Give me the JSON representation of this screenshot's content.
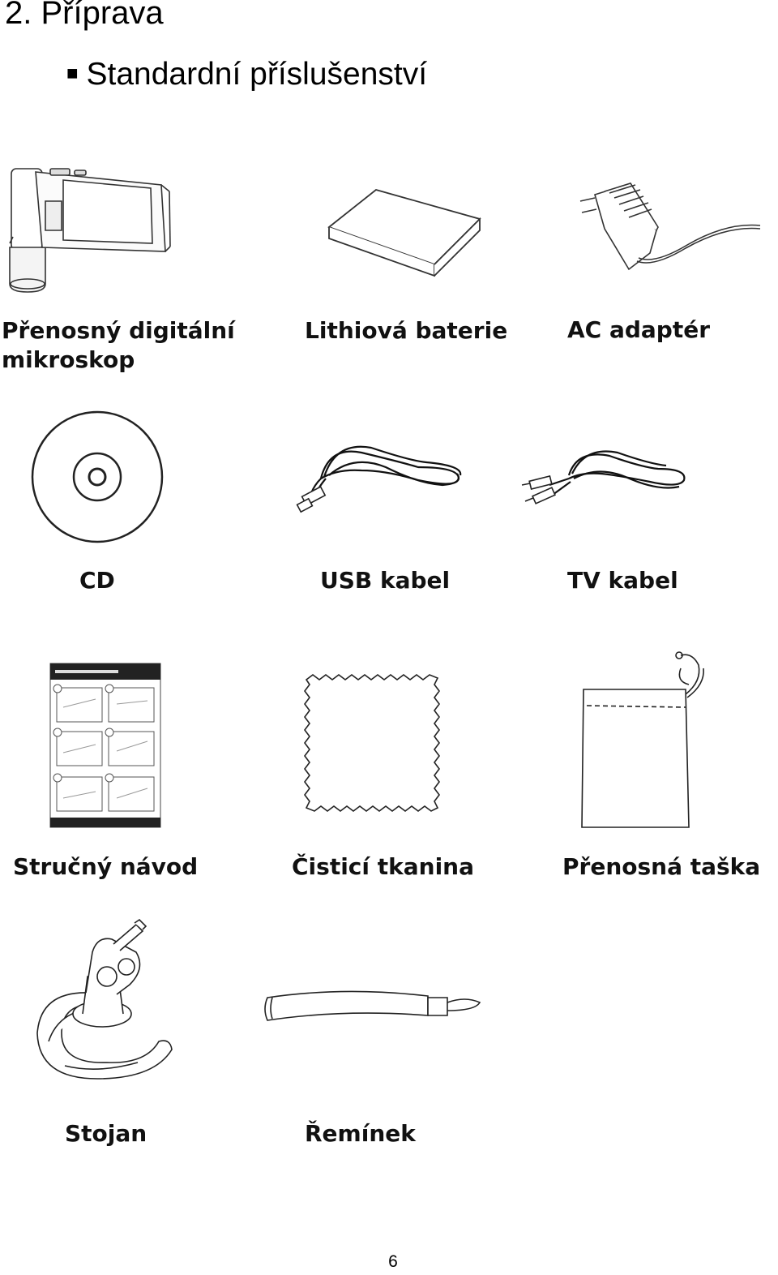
{
  "document": {
    "section_title": "2. Příprava",
    "subsection_bullet": "■",
    "subsection_title": "Standardní příslušenství",
    "page_number": "6"
  },
  "items": {
    "microscope": {
      "label_line1": "Přenosný digitální",
      "label_line2": "mikroskop"
    },
    "battery": {
      "label": "Lithiová baterie"
    },
    "ac_adapter": {
      "label": "AC adaptér"
    },
    "cd": {
      "label": "CD"
    },
    "usb_cable": {
      "label": "USB kabel"
    },
    "tv_cable": {
      "label": "TV kabel"
    },
    "quick_guide": {
      "label": "Stručný návod"
    },
    "cleaning_cloth": {
      "label": "Čisticí tkanina"
    },
    "carry_bag": {
      "label": "Přenosná taška"
    },
    "stand": {
      "label": "Stojan"
    },
    "strap": {
      "label": "Řemínek"
    }
  }
}
